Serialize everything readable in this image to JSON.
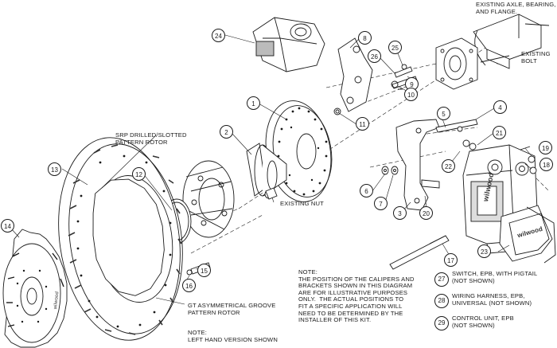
{
  "labels": {
    "existing_axle": "EXISTING AXLE, BEARING,\nAND FLANGE.",
    "existing_bolt": "EXISTING\nBOLT",
    "existing_nut": "EXISTING NUT",
    "srp_rotor": "SRP DRILLED/SLOTTED\nPATTERN ROTOR",
    "gt_rotor": "GT ASYMMETRICAL GROOVE\nPATTERN ROTOR",
    "left_note": "NOTE:\nLEFT HAND VERSION SHOWN",
    "position_note": "NOTE:\nTHE POSITION OF THE CALIPERS AND\nBRACKETS SHOWN IN THIS DIAGRAM\nARE FOR ILLUSTRATIVE PURPOSES\nONLY.  THE ACTUAL POSITIONS TO\nFIT A SPECIFIC APPLICATION WILL\nNEED TO BE DETERMINED BY THE\nINSTALLER OF THIS KIT."
  },
  "not_shown": [
    {
      "num": "27",
      "text": "SWITCH, EPB, WITH PIGTAIL\n(NOT SHOWN)"
    },
    {
      "num": "28",
      "text": "WIRING HARNESS, EPB,\nUNIVERSAL (NOT SHOWN)"
    },
    {
      "num": "29",
      "text": "CONTROL UNIT, EPB\n(NOT SHOWN)"
    }
  ],
  "callouts": [
    "24",
    "8",
    "25",
    "26",
    "9",
    "10",
    "1",
    "11",
    "5",
    "4",
    "21",
    "2",
    "22",
    "19",
    "18",
    "12",
    "6",
    "7",
    "3",
    "20",
    "13",
    "14",
    "15",
    "16",
    "17",
    "23"
  ],
  "brand": "wilwood",
  "colors": {
    "line": "#1a1a1a",
    "fill": "#ffffff",
    "shade": "#9a9a9a",
    "dark": "#555555"
  }
}
